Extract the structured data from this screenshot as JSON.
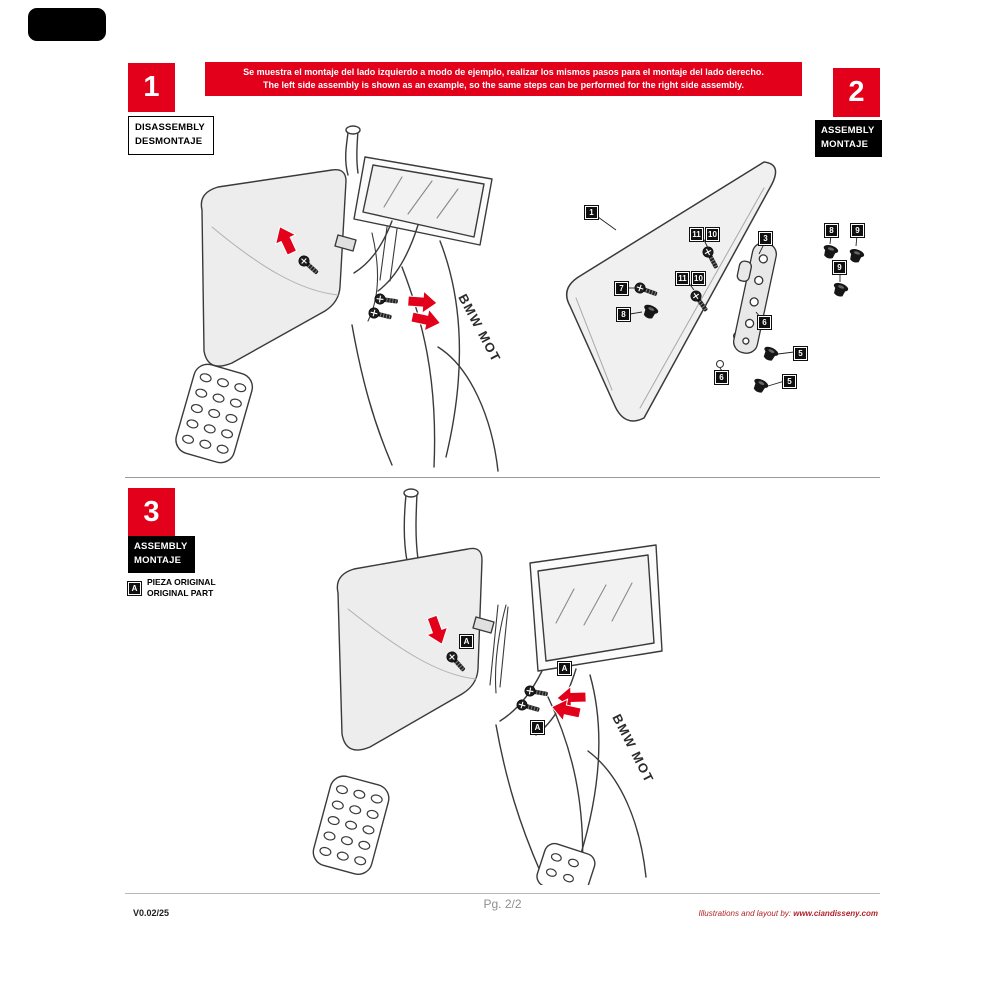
{
  "banner": {
    "line1_es": "Se muestra el montaje del lado izquierdo a modo de ejemplo, realizar los mismos pasos para el montaje  del lado derecho.",
    "line2_en": "The left side assembly is shown as an example, so the same steps can be performed for the right side assembly."
  },
  "steps": {
    "step1": {
      "number": "1",
      "label_line1": "DISASSEMBLY",
      "label_line2": "DESMONTAJE"
    },
    "step2": {
      "number": "2",
      "label_line1": "ASSEMBLY",
      "label_line2": "MONTAJE"
    },
    "step3": {
      "number": "3",
      "label_line1": "ASSEMBLY",
      "label_line2": "MONTAJE"
    }
  },
  "legend": {
    "marker": "A",
    "line1": "PIEZA ORIGINAL",
    "line2": "ORIGINAL PART"
  },
  "decals": {
    "tank_text": "BMW MOT"
  },
  "illus2": {
    "callouts": [
      "1",
      "11",
      "10",
      "3",
      "8",
      "9",
      "7",
      "11",
      "10",
      "8",
      "9",
      "6",
      "5",
      "6",
      "5"
    ]
  },
  "illus3": {
    "callouts": [
      "A",
      "A",
      "A"
    ]
  },
  "footer": {
    "page": "Pg. 2/2",
    "version": "V0.02/25",
    "credit_prefix": "Illustrations and layout by: ",
    "credit_site": "www.ciandisseny.com"
  },
  "colors": {
    "accent_red": "#e2001a",
    "badge_black": "#101010"
  }
}
